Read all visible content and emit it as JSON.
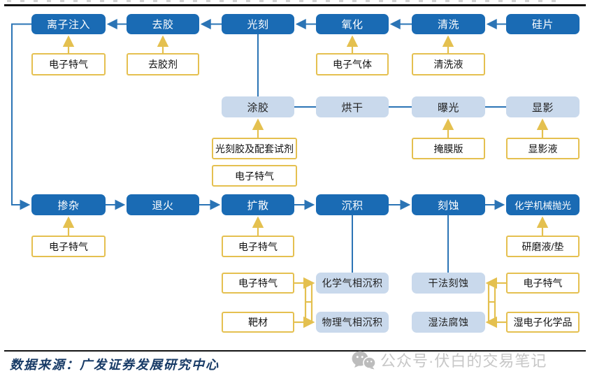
{
  "colors": {
    "process_box_blue": "#1a6bb4",
    "sub_process_box_blue": "#c9d9ec",
    "material_box_border_yellow": "#e5c050",
    "connector_blue": "#2b74b5",
    "connector_yellow": "#e4c04f",
    "rule_black": "#141414",
    "source_text_navy": "#173a66",
    "watermark_gray": "#c7c7c7"
  },
  "diagram": {
    "wafer_flow_top": {
      "ion_implant": "离子注入",
      "strip_resist": "去胶",
      "lithography": "光刻",
      "oxidation": "氧化",
      "cleaning": "清洗",
      "silicon_wafer": "硅片"
    },
    "materials_top": {
      "electronic_special_gas_ion": "电子特气",
      "resist_stripper": "去胶剂",
      "electronic_gases": "电子气体",
      "cleaning_solution": "清洗液"
    },
    "litho_sub_flow": {
      "coating": "涂胶",
      "baking": "烘干",
      "exposure": "曝光",
      "development": "显影"
    },
    "materials_litho": {
      "photoresist_and_reagents": "光刻胶及配套试剂",
      "electronic_special_gas_coating": "电子特气",
      "photomask": "掩膜版",
      "developer_solution": "显影液"
    },
    "wafer_flow_bottom": {
      "doping": "掺杂",
      "annealing": "退火",
      "diffusion": "扩散",
      "deposition": "沉积",
      "etching": "刻蚀",
      "cmp": "化学机械抛光"
    },
    "materials_bottom": {
      "electronic_special_gas_doping": "电子特气",
      "electronic_special_gas_diffusion": "电子特气",
      "slurry_pad": "研磨液/垫"
    },
    "deposition_methods": {
      "cvd": "化学气相沉积",
      "pvd": "物理气相沉积"
    },
    "deposition_materials": {
      "electronic_special_gas_deposition": "电子特气",
      "sputtering_target": "靶材"
    },
    "etching_methods": {
      "dry_etching": "干法刻蚀",
      "wet_etching": "湿法腐蚀"
    },
    "etching_materials": {
      "electronic_special_gas_etching": "电子特气",
      "wet_electronic_chemicals": "湿电子化学品"
    }
  },
  "footer": {
    "source_text": "数据来源：广发证券发展研究中心"
  },
  "watermark": {
    "icon": "wechat-icon",
    "text": "公众号·伏白的交易笔记"
  }
}
